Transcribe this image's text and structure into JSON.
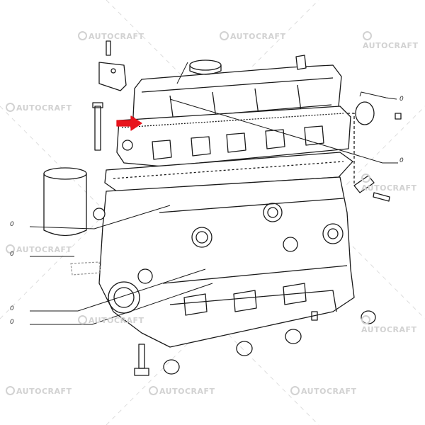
{
  "watermark": {
    "text": "AUTOCRAFT"
  },
  "callouts": [
    "0",
    "0",
    "0",
    "0",
    "0",
    "0"
  ],
  "colors": {
    "line": "#1a1a1a",
    "highlight_arrow": "#e8141c",
    "watermark": "#d2d2d2"
  }
}
